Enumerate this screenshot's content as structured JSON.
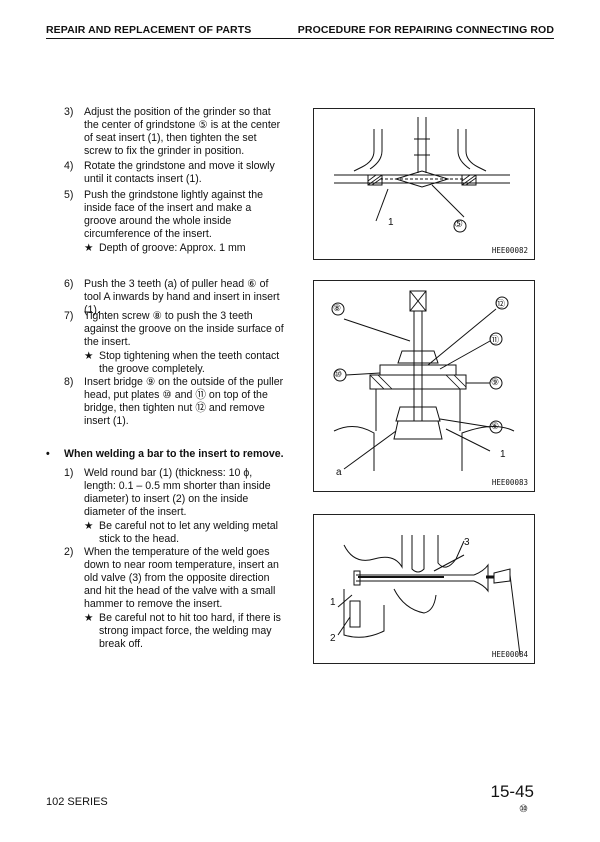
{
  "header": {
    "left": "REPAIR AND REPLACEMENT OF PARTS",
    "right": "PROCEDURE FOR REPAIRING CONNECTING ROD"
  },
  "steps": {
    "s3": {
      "num": "3)",
      "text": "Adjust the position of the grinder so that the center of grindstone ⑤ is at the center of seat insert (1), then tighten the set screw to fix the grinder in position."
    },
    "s4": {
      "num": "4)",
      "text": "Rotate the grindstone and move it slowly until it contacts insert (1)."
    },
    "s5": {
      "num": "5)",
      "text": "Push the grindstone lightly against the inside face of the insert and make a groove around the whole inside circumference of the insert.",
      "note": "Depth of groove: Approx. 1 mm"
    },
    "s6": {
      "num": "6)",
      "text": "Push the 3 teeth (a) of puller head ⑥ of tool A inwards by hand and insert in insert (1)."
    },
    "s7": {
      "num": "7)",
      "text": "Tighten screw ⑧ to push the 3 teeth against the groove on the inside surface of the insert.",
      "note": "Stop tightening when the teeth contact the groove completely."
    },
    "s8": {
      "num": "8)",
      "text": "Insert bridge ⑨ on the outside of the puller head, put plates ⑩ and ⑪ on top of the bridge, then tighten nut ⑫ and remove insert (1)."
    }
  },
  "section": {
    "bullet": "•",
    "title": "When welding a bar to the insert to remove."
  },
  "weld_steps": {
    "w1": {
      "num": "1)",
      "text": "Weld round bar (1) (thickness: 10 ϕ, length: 0.1 – 0.5 mm shorter than inside diameter) to insert (2) on the inside diameter of the insert.",
      "note": "Be careful not to let any welding metal stick to the head."
    },
    "w2": {
      "num": "2)",
      "text": "When the temperature of the weld goes down to near room temperature, insert an old valve (3) from the opposite direction and hit the head of the valve with a small hammer to remove the insert.",
      "note": "Be careful not to hit too hard, if there is strong impact force, the welding may break off."
    }
  },
  "star": "★",
  "figures": {
    "fig1": {
      "id": "HEE00082",
      "labels": {
        "one": "1",
        "five": "⑤"
      }
    },
    "fig2": {
      "id": "HEE00083",
      "labels": {
        "eight": "⑧",
        "twelve": "⑫",
        "eleven": "⑪",
        "ten": "⑩",
        "nine": "⑨",
        "six": "⑥",
        "one": "1",
        "a": "a"
      }
    },
    "fig3": {
      "id": "HEE00084",
      "labels": {
        "three": "3",
        "one": "1",
        "two": "2"
      }
    }
  },
  "footer": {
    "series": "102 SERIES",
    "page": "15-45",
    "rev": "⑩"
  }
}
